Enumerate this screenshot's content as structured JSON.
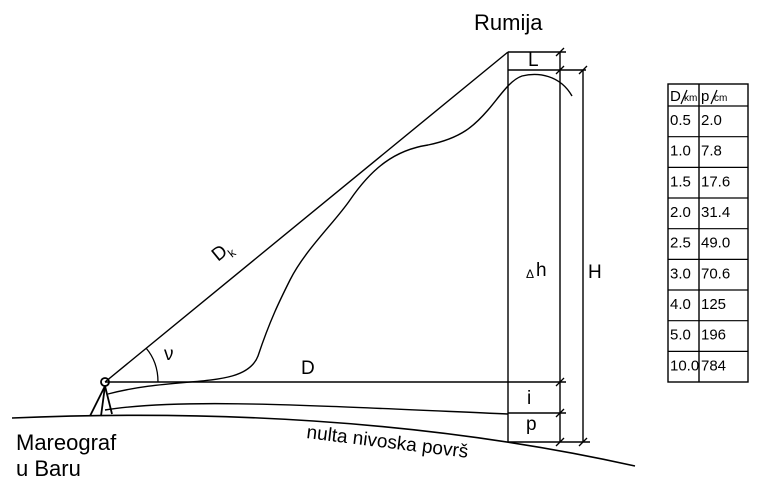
{
  "labels": {
    "peak": "Rumija",
    "station_line1": "Mareograf",
    "station_line2": "u Baru",
    "surface": "nulta nivoska površ",
    "L": "L",
    "dh": "h",
    "delta": "Δ",
    "H": "H",
    "i": "i",
    "p": "p",
    "D": "D",
    "Dk_main": "D",
    "Dk_sub": "k",
    "nu": "ν"
  },
  "table": {
    "header_left": "D",
    "header_left_unit": "km",
    "header_right": "p",
    "header_right_unit": "cm",
    "rows": [
      [
        "0.5",
        "2.0"
      ],
      [
        "1.0",
        "7.8"
      ],
      [
        "1.5",
        "17.6"
      ],
      [
        "2.0",
        "31.4"
      ],
      [
        "2.5",
        "49.0"
      ],
      [
        "3.0",
        "70.6"
      ],
      [
        "4.0",
        "125"
      ],
      [
        "5.0",
        "196"
      ],
      [
        "10.0",
        "784"
      ]
    ]
  }
}
